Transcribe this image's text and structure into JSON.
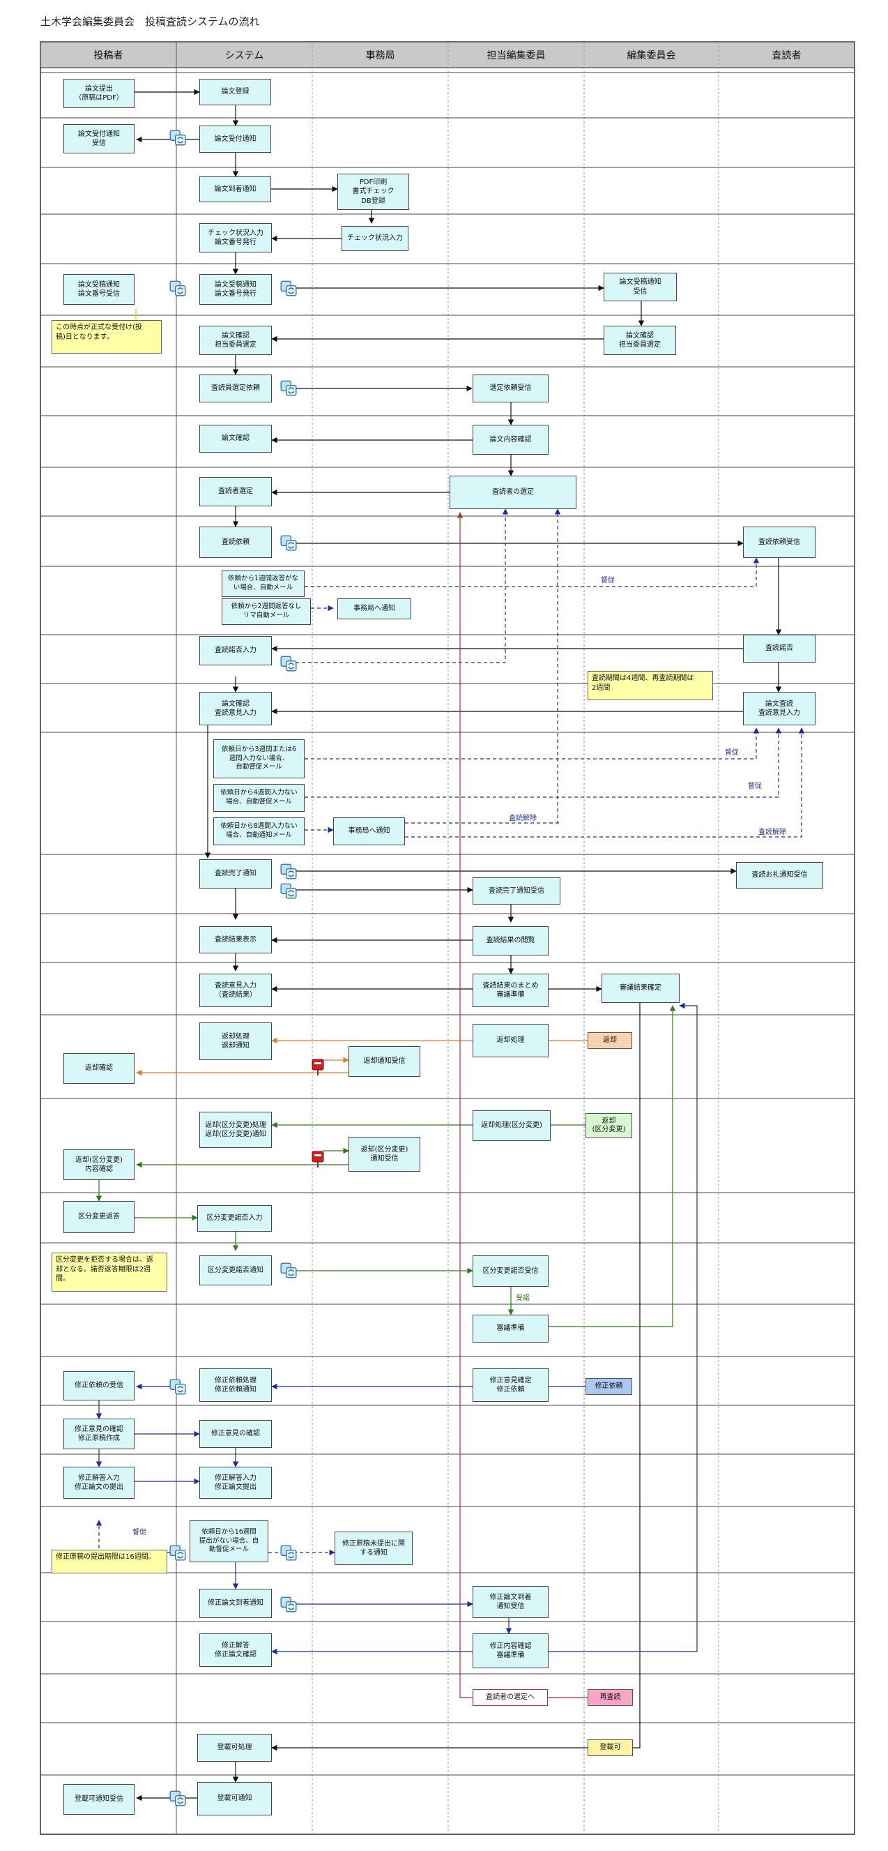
{
  "title": "土木学会編集委員会　投稿査読システムの流れ",
  "lanes": [
    "投稿者",
    "システム",
    "事務局",
    "担当編集委員",
    "編集委員会",
    "査読者"
  ],
  "icons": {
    "system": "system-sync-icon",
    "mail": "mailbox-icon"
  },
  "colors": {
    "box_fill": "#d7f7f9",
    "note_fill": "#ffffa8",
    "header_fill": "#c9c9c9",
    "flow_black": "#111111",
    "flow_blue": "#1c2ea0",
    "flow_orange": "#e07a2c",
    "flow_green": "#2f7a1f",
    "flow_red": "#a33333"
  },
  "boxes": {
    "b01": "論文提出\n（原稿はPDF）",
    "b02": "論文登録",
    "b03": "論文受付通知\n受信",
    "b04": "論文受付通知",
    "b05": "論文到着通知",
    "b06": "PDF印刷\n書式チェック\nDB登録",
    "b07": "チェック状況入力\n論文番号発行",
    "b08": "チェック状況入力",
    "b09": "論文受稿通知\n論文番号受信",
    "b10": "論文受稿通知\n論文番号発行",
    "b11": "論文受稿通知\n受信",
    "b12": "論文確認\n担当委員選定",
    "b13": "論文確認\n担当委員選定",
    "b14": "査読員選定依頼",
    "b15": "選定依頼受信",
    "b16": "論文確認",
    "b17": "論文内容確認",
    "b18": "査読者選定",
    "b19": "査読者の選定",
    "b20": "査読依頼",
    "b21": "査読依頼受信",
    "b22": "依頼から1週間返答がな\nい場合、自動メール",
    "b23": "依頼から2週間返答なし\nリマ自動メール",
    "b24": "事務局へ通知",
    "b25": "査読諾否入力",
    "b26": "査読諾否",
    "b27": "論文確認\n査読意見入力",
    "b28": "論文査読\n査読意見入力",
    "b29": "依頼日から3週間または6\n週間入力ない場合、\n自動督促メール",
    "b30": "依頼日から4週間入力ない\n場合、自動督促メール",
    "b31": "依頼日から8週間入力ない\n場合、自動通知メール",
    "b32": "事務局へ通知",
    "b33": "査読完了通知",
    "b34": "査読お礼通知受信",
    "b35": "査読完了通知受信",
    "b36": "査読結果表示",
    "b37": "査読結果の閲覧",
    "b38": "査読意見入力\n（査読結果）",
    "b39": "査読結果のまとめ\n審議準備",
    "b40": "審議結果確定",
    "b41": "返却処理\n返却通知",
    "b42": "返却処理",
    "b43": "返却確認",
    "b44": "返却通知受信",
    "b45": "返却(区分変更)処理\n返却(区分変更)通知",
    "b46": "返却処理(区分変更)",
    "b47": "返却(区分変更)\n内容確認",
    "b48": "返却(区分変更)\n通知受信",
    "b49": "区分変更返答",
    "b50": "区分変更諾否入力",
    "b51": "区分変更諾否通知",
    "b52": "区分変更諾否受信",
    "b53": "審議準備",
    "b54": "修正依頼の受信",
    "b55": "修正依頼処理\n修正依頼通知",
    "b56": "修正意見確定\n修正依頼",
    "b57": "修正意見の確認\n修正原稿作成",
    "b58": "修正意見の確認",
    "b59": "修正解答入力\n修正論文の提出",
    "b60": "修正解答入力\n修正論文提出",
    "b61": "依頼日から16週間\n提出がない場合、自\n動督促メール",
    "b62": "修正原稿未提出に関\nする通知",
    "b63": "修正論文到着通知",
    "b64": "修正論文到着\n通知受信",
    "b65": "修正解答\n修正論文確認",
    "b66": "修正内容確認\n審議準備",
    "b67": "登載可処理",
    "b68": "登載可通知",
    "b69": "登載可通知受信"
  },
  "notes": {
    "n1": "この時点が正式な受付け(投\n稿)日となります。",
    "n2": "査読期間は4週間、再査読期間は\n2週間",
    "n3": "区分変更を拒否する場合は、返\n却となる。諾否返答期限は2週\n間。",
    "n4": "修正原稿の提出期限は16週間。"
  },
  "tags": {
    "t1": "返却",
    "t2": "返却\n(区分変更)",
    "t3": "修正依頼",
    "t4": "査読者の選定へ",
    "t5": "再査読",
    "t6": "登載可"
  },
  "labels": {
    "l1": "督促",
    "l2": "督促",
    "l3": "督促",
    "l4": "査読解除",
    "l5": "査読解除",
    "l6": "受諾",
    "l7": "督促"
  }
}
